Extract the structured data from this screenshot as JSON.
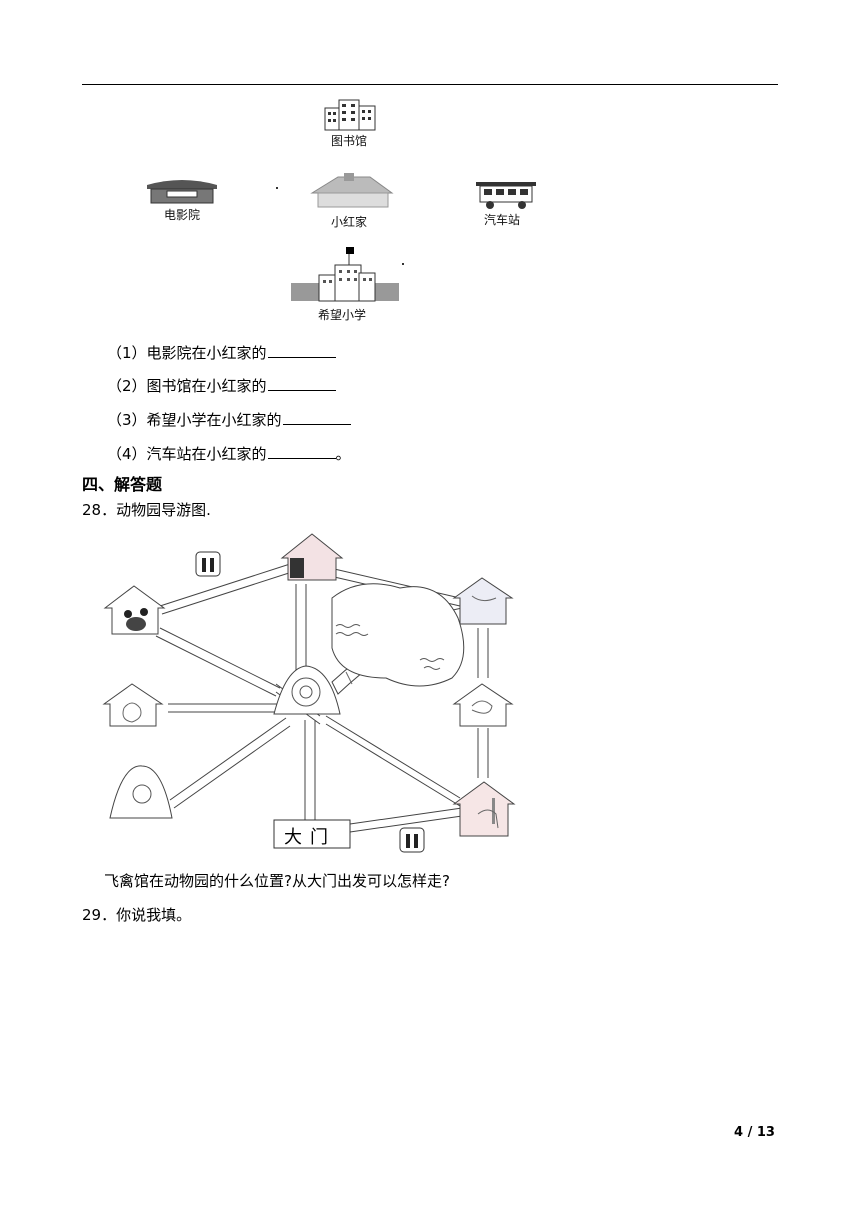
{
  "map1": {
    "places": {
      "library": "图书馆",
      "cinema": "电影院",
      "home": "小红家",
      "bus_station": "汽车站",
      "school": "希望小学"
    }
  },
  "questions": [
    {
      "text": "（1）电影院在小红家的",
      "end": ""
    },
    {
      "text": "（2）图书馆在小红家的",
      "end": ""
    },
    {
      "text": "（3）希望小学在小红家的",
      "end": ""
    },
    {
      "text": "（4）汽车站在小红家的",
      "end": "。"
    }
  ],
  "section": {
    "title": "四、解答题"
  },
  "q28": {
    "title": "28．动物园导游图.",
    "gate": "大门",
    "question": "飞禽馆在动物园的什么位置?从大门出发可以怎样走?"
  },
  "q29": {
    "title": "29．你说我填。"
  },
  "page": {
    "number": "4 / 13"
  }
}
